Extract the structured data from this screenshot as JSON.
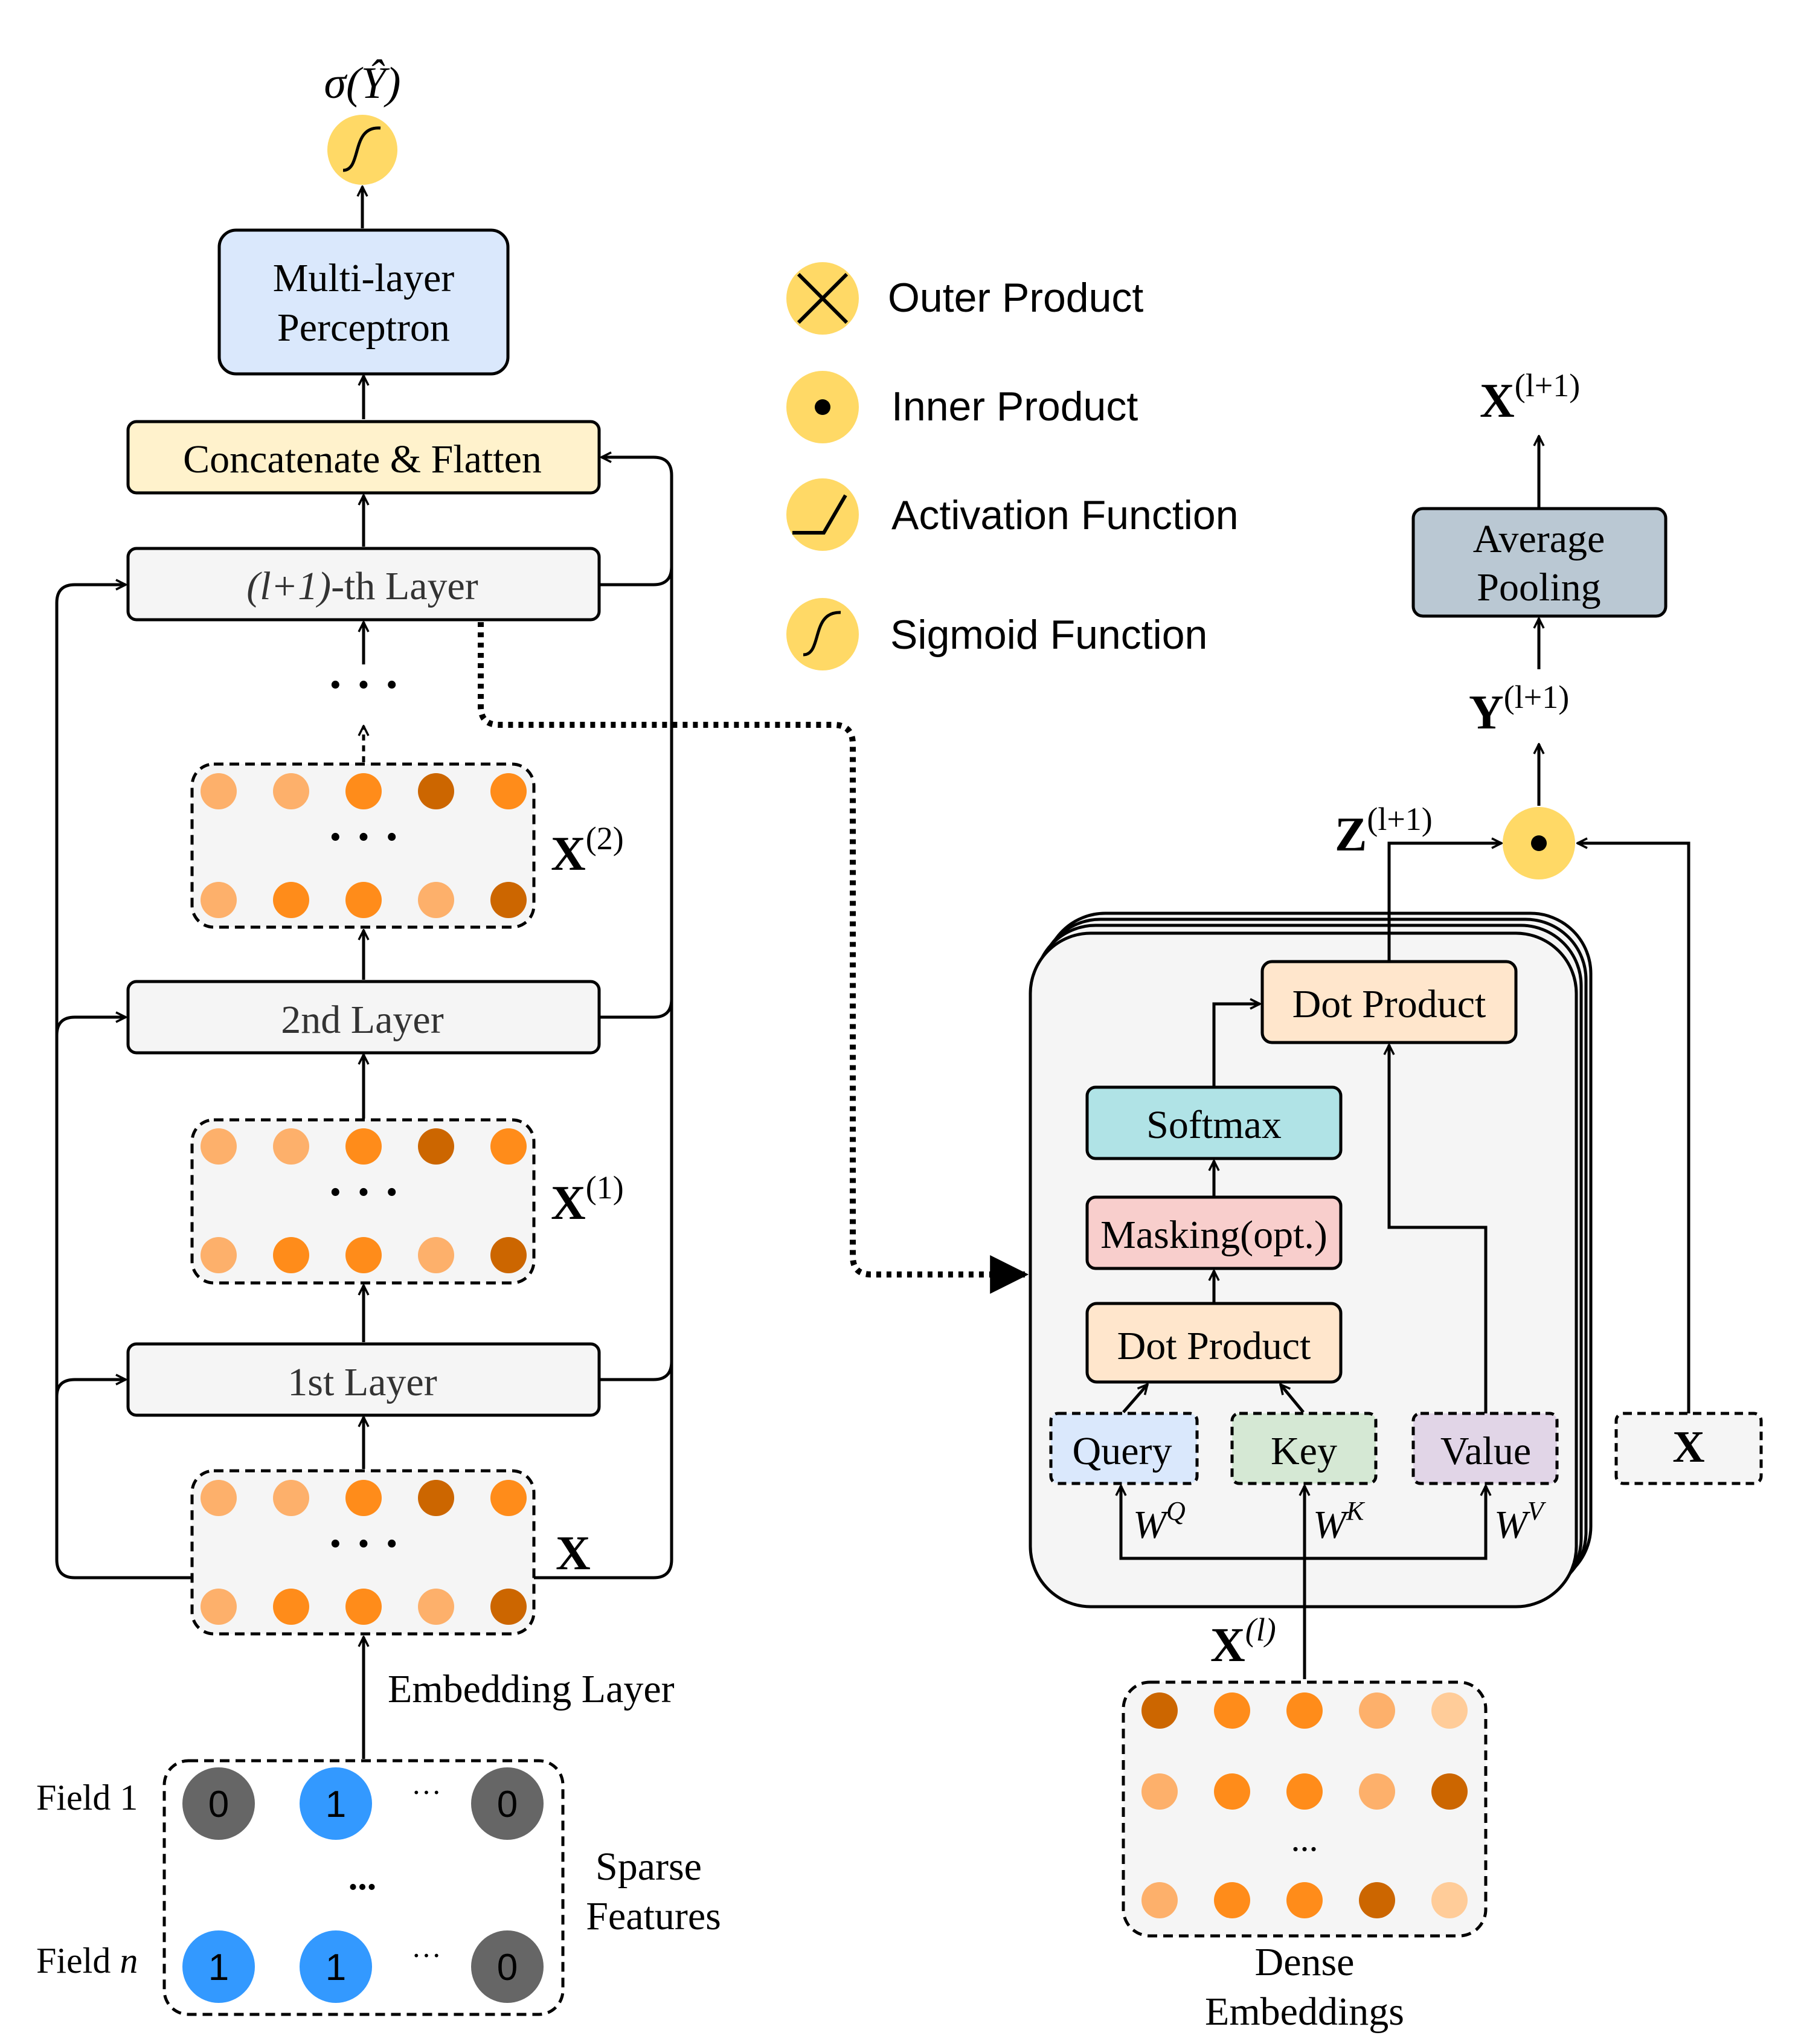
{
  "outputs": {
    "sigma": "σ(Ŷ)"
  },
  "left_tower": {
    "mlp_line1": "Multi-layer",
    "mlp_line2": "Perceptron",
    "concat": "Concatenate & Flatten",
    "layer_top_prefix": "(l+1)",
    "layer_top_suffix": "-th Layer",
    "layer2": "2nd Layer",
    "layer1": "1st Layer",
    "ellipsis": "· · ·",
    "x2_base": "X",
    "x2_sup": "(2)",
    "x1_base": "X",
    "x1_sup": "(1)",
    "x0": "X",
    "embedding_layer": "Embedding Layer"
  },
  "sparse": {
    "field1_label": "Field 1",
    "fieldn_label": "Field ",
    "fieldn_italic": "n",
    "row1_values": [
      "0",
      "1",
      "···",
      "0"
    ],
    "rown_values": [
      "1",
      "1",
      "···",
      "0"
    ],
    "mid_ellipsis": "...",
    "caption_line1": "Sparse",
    "caption_line2": "Features"
  },
  "legend": {
    "outer_product": "Outer Product",
    "inner_product": "Inner Product",
    "activation": "Activation Function",
    "sigmoid": "Sigmoid Function"
  },
  "attention": {
    "dot_top": "Dot Product",
    "softmax": "Softmax",
    "masking": "Masking(opt.)",
    "dot_bottom": "Dot Product",
    "query": "Query",
    "key": "Key",
    "value": "Value",
    "wq_base": "W",
    "wq_sup": "Q",
    "wk_base": "W",
    "wk_sup": "K",
    "wv_base": "W",
    "wv_sup": "V",
    "xl_base": "X",
    "xl_sup": "(l)",
    "z_base": "Z",
    "z_sup": "(l+1)",
    "y_base": "Y",
    "y_sup": "(l+1)",
    "avg_line1": "Average",
    "avg_line2": "Pooling",
    "xout_base": "X",
    "xout_sup": "(l+1)",
    "x_box": "X"
  },
  "dense": {
    "ellipsis": "...",
    "caption_line1": "Dense",
    "caption_line2": "Embeddings"
  },
  "colors": {
    "yellow": "#ffd966",
    "mlp_fill": "#dae8fc",
    "concat_fill": "#fff2cc",
    "layer_fill": "#f5f5f5",
    "softmax_fill": "#b0e3e6",
    "masking_fill": "#f8cecc",
    "dot_fill": "#ffe6cc",
    "query_fill": "#dae8fc",
    "key_fill": "#d5e8d4",
    "value_fill": "#e1d5e7",
    "avg_fill": "#bac8d3",
    "blue_dot": "#3399ff",
    "grey_dot": "#666666",
    "orange_1": "#fdb06b",
    "orange_2": "#ff8c1a",
    "orange_3": "#cc6600",
    "orange_4": "#ffcc99"
  }
}
